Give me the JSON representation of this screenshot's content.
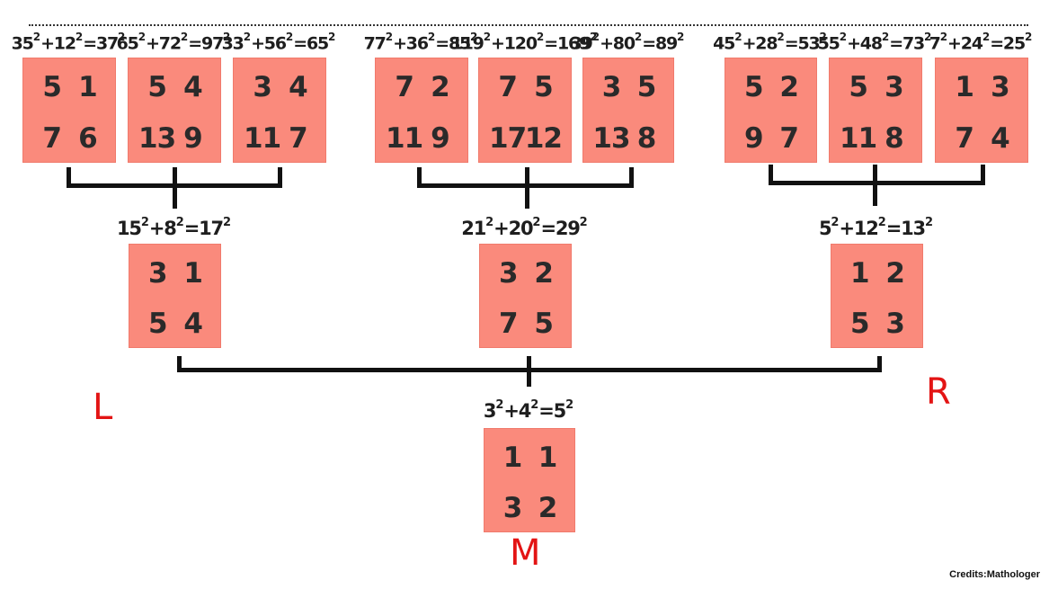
{
  "top_row": [
    {
      "equation": {
        "a": "35",
        "b": "12",
        "c": "37"
      },
      "grid": [
        "5",
        "1",
        "7",
        "6"
      ]
    },
    {
      "equation": {
        "a": "65",
        "b": "72",
        "c": "97"
      },
      "grid": [
        "5",
        "4",
        "13",
        "9"
      ]
    },
    {
      "equation": {
        "a": "33",
        "b": "56",
        "c": "65"
      },
      "grid": [
        "3",
        "4",
        "11",
        "7"
      ]
    },
    {
      "equation": {
        "a": "77",
        "b": "36",
        "c": "85"
      },
      "grid": [
        "7",
        "2",
        "11",
        "9"
      ]
    },
    {
      "equation": {
        "a": "119",
        "b": "120",
        "c": "169"
      },
      "grid": [
        "7",
        "5",
        "17",
        "12"
      ]
    },
    {
      "equation": {
        "a": "39",
        "b": "80",
        "c": "89"
      },
      "grid": [
        "3",
        "5",
        "13",
        "8"
      ]
    },
    {
      "equation": {
        "a": "45",
        "b": "28",
        "c": "53"
      },
      "grid": [
        "5",
        "2",
        "9",
        "7"
      ]
    },
    {
      "equation": {
        "a": "55",
        "b": "48",
        "c": "73"
      },
      "grid": [
        "5",
        "3",
        "11",
        "8"
      ]
    },
    {
      "equation": {
        "a": "7",
        "b": "24",
        "c": "25"
      },
      "grid": [
        "1",
        "3",
        "7",
        "4"
      ]
    }
  ],
  "middle_row": [
    {
      "equation": {
        "a": "15",
        "b": "8",
        "c": "17"
      },
      "grid": [
        "3",
        "1",
        "5",
        "4"
      ]
    },
    {
      "equation": {
        "a": "21",
        "b": "20",
        "c": "29"
      },
      "grid": [
        "3",
        "2",
        "7",
        "5"
      ]
    },
    {
      "equation": {
        "a": "5",
        "b": "12",
        "c": "13"
      },
      "grid": [
        "1",
        "2",
        "5",
        "3"
      ]
    }
  ],
  "root": {
    "equation": {
      "a": "3",
      "b": "4",
      "c": "5"
    },
    "grid": [
      "1",
      "1",
      "3",
      "2"
    ]
  },
  "labels": {
    "left": "L",
    "right": "R",
    "middle": "M"
  },
  "exponent": "2",
  "credits": "Credits:Mathologer",
  "colors": {
    "box": "#fa8a7c",
    "handwriting": "#e31414",
    "connector": "#111111"
  }
}
